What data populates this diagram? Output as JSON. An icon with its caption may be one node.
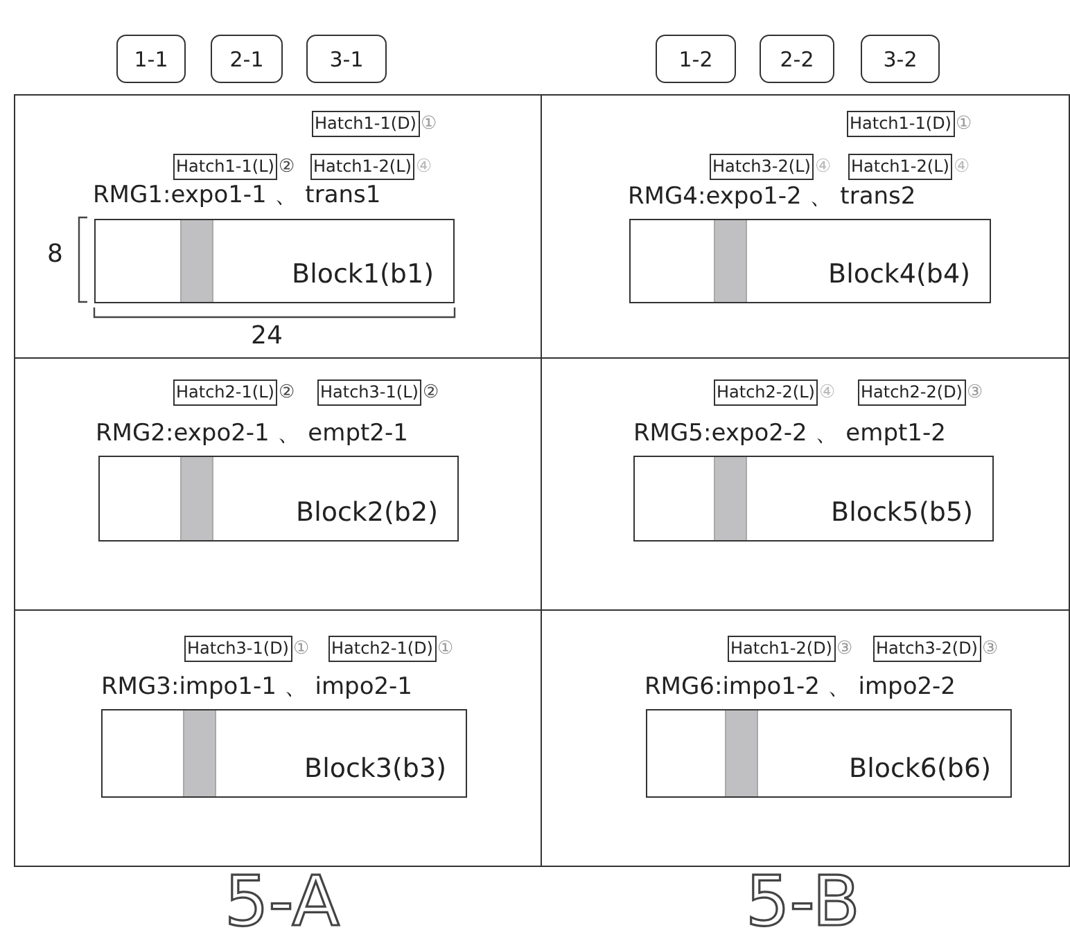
{
  "diagram": {
    "nodes": [
      {
        "text": [
          "1-1"
        ]
      },
      {
        "text": [
          "2-1"
        ]
      },
      {
        "text": [
          "3-1"
        ]
      },
      {
        "text": [
          "1-2"
        ]
      },
      {
        "text": [
          "2-2"
        ]
      },
      {
        "text": [
          "3-2"
        ]
      },
      {
        "text": [
          "RMG1:expo1-1 、 trans1"
        ]
      },
      {
        "text": [
          "Hatch1-1(D)"
        ],
        "beside": [
          "①"
        ],
        "in": 6
      },
      {
        "text": [
          "Hatch1-1(L)"
        ],
        "beside": [
          "②"
        ],
        "in": 6
      },
      {
        "text": [
          "Hatch1-2(L)"
        ],
        "beside": [
          "④"
        ],
        "in": 6
      },
      {
        "text": [
          "Block1(b1)"
        ],
        "in": 6
      },
      {
        "text": [
          "RMG4:expo1-2 、 trans2"
        ]
      },
      {
        "text": [
          "Hatch1-1(D)"
        ],
        "beside": [
          "①"
        ],
        "in": 11
      },
      {
        "text": [
          "Hatch3-2(L)"
        ],
        "beside": [
          "④"
        ],
        "in": 11
      },
      {
        "text": [
          "Hatch1-2(L)"
        ],
        "beside": [
          "④"
        ],
        "in": 11
      },
      {
        "text": [
          "Block4(b4)"
        ],
        "in": 11
      },
      {
        "text": [
          "RMG2:expo2-1 、 empt2-1"
        ]
      },
      {
        "text": [
          "Hatch2-1(L)"
        ],
        "beside": [
          "②"
        ],
        "in": 16
      },
      {
        "text": [
          "Hatch3-1(L)"
        ],
        "beside": [
          "②"
        ],
        "in": 16
      },
      {
        "text": [
          "Block2(b2)"
        ],
        "in": 16
      },
      {
        "text": [
          "RMG5:expo2-2 、 empt1-2"
        ]
      },
      {
        "text": [
          "Hatch2-2(L)"
        ],
        "beside": [
          "④"
        ],
        "in": 20
      },
      {
        "text": [
          "Hatch2-2(D)"
        ],
        "beside": [
          "③"
        ],
        "in": 20
      },
      {
        "text": [
          "Block5(b5)"
        ],
        "in": 20
      },
      {
        "text": [
          "RMG3:impo1-1 、 impo2-1"
        ]
      },
      {
        "text": [
          "Hatch3-1(D)"
        ],
        "beside": [
          "①"
        ],
        "in": 24
      },
      {
        "text": [
          "Hatch2-1(D)"
        ],
        "beside": [
          "①"
        ],
        "in": 24
      },
      {
        "text": [
          "Block3(b3)"
        ],
        "in": 24
      },
      {
        "text": [
          "RMG6:impo1-2 、 impo2-2"
        ]
      },
      {
        "text": [
          "Hatch1-2(D)"
        ],
        "beside": [
          "③"
        ],
        "in": 28
      },
      {
        "text": [
          "Hatch3-2(D)"
        ],
        "beside": [
          "③"
        ],
        "in": 28
      },
      {
        "text": [
          "Block6(b6)"
        ],
        "in": 28
      }
    ],
    "edges": [],
    "labels": [
      "8",
      "24",
      "5-A",
      "5-B"
    ]
  }
}
